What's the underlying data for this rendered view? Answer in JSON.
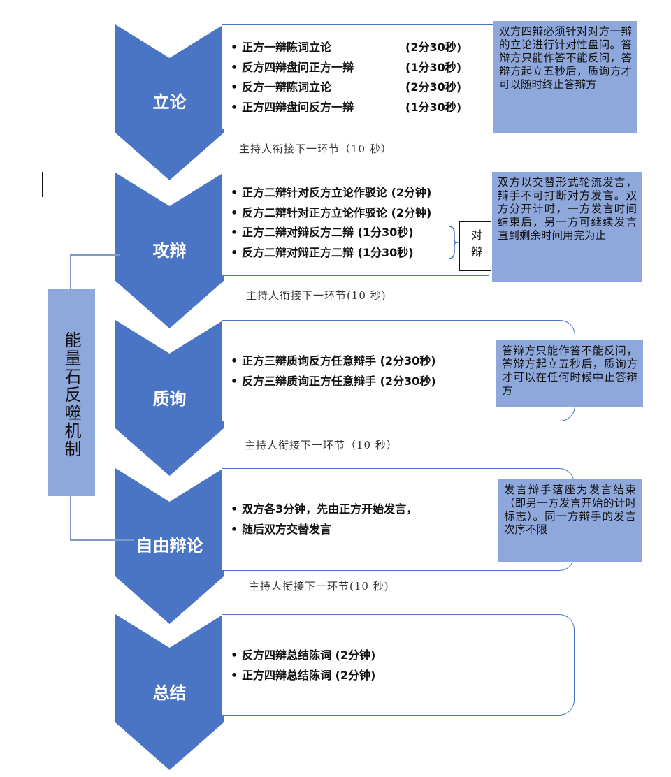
{
  "colors": {
    "chevron": "#4a74c4",
    "note_fill": "#8fa8dc",
    "box_border": "#4a74c4"
  },
  "stages": [
    {
      "label": "立论",
      "items": [
        {
          "text": "正方一辩陈词立论",
          "time": "(2分30秒)"
        },
        {
          "text": "反方四辩盘问正方一辩",
          "time": "(1分30秒)"
        },
        {
          "text": "反方一辩陈词立论",
          "time": "(2分30秒)"
        },
        {
          "text": "正方四辩盘问反方一辩",
          "time": "(1分30秒)"
        }
      ],
      "note": "双方四辩必须针对对方一辩的立论进行针对性盘问。答辩方只能作答不能反问，答辩方起立五秒后，质询方才可以随时终止答辩方",
      "host_note": "主持人衔接下一环节（10 秒）"
    },
    {
      "label": "攻辩",
      "items": [
        {
          "text": "正方二辩针对反方立论作驳论 (2分钟)",
          "time": ""
        },
        {
          "text": "反方二辩针对正方立论作驳论 (2分钟)",
          "time": ""
        },
        {
          "text": "正方二辩对辩反方二辩 (1分30秒)",
          "time": ""
        },
        {
          "text": "反方二辩对辩正方二辩 (1分30秒)",
          "time": ""
        }
      ],
      "note": "双方以交替形式轮流发言，辩手不可打断对方发言。双方分开计时，一方发言时间结束后，另一方可继续发言直到剩余时间用完为止",
      "host_note": "主持人衔接下一环节(10 秒)",
      "bracket_label": "对辩"
    },
    {
      "label": "质询",
      "items": [
        {
          "text": "正方三辩质询反方任意辩手 (2分30秒)",
          "time": ""
        },
        {
          "text": "反方三辩质询正方任意辩手 (2分30秒)",
          "time": ""
        }
      ],
      "note": "答辩方只能作答不能反问，答辩方起立五秒后，质询方才可以在任何时候中止答辩方",
      "host_note": "主持人衔接下一环节（10 秒）"
    },
    {
      "label": "自由辩论",
      "items": [
        {
          "text": "双方各3分钟，先由正方开始发言，",
          "time": ""
        },
        {
          "text": "随后双方交替发言",
          "time": ""
        }
      ],
      "note": "发言辩手落座为发言结束（即另一方发言开始的计时标志）。同一方辩手的发言次序不限",
      "host_note": "主持人衔接下一环节(10 秒)"
    },
    {
      "label": "总结",
      "items": [
        {
          "text": "反方四辩总结陈词 (2分钟)",
          "time": ""
        },
        {
          "text": "正方四辩总结陈词 (2分钟)",
          "time": ""
        }
      ]
    }
  ],
  "side_label": "能量石反噬机制"
}
